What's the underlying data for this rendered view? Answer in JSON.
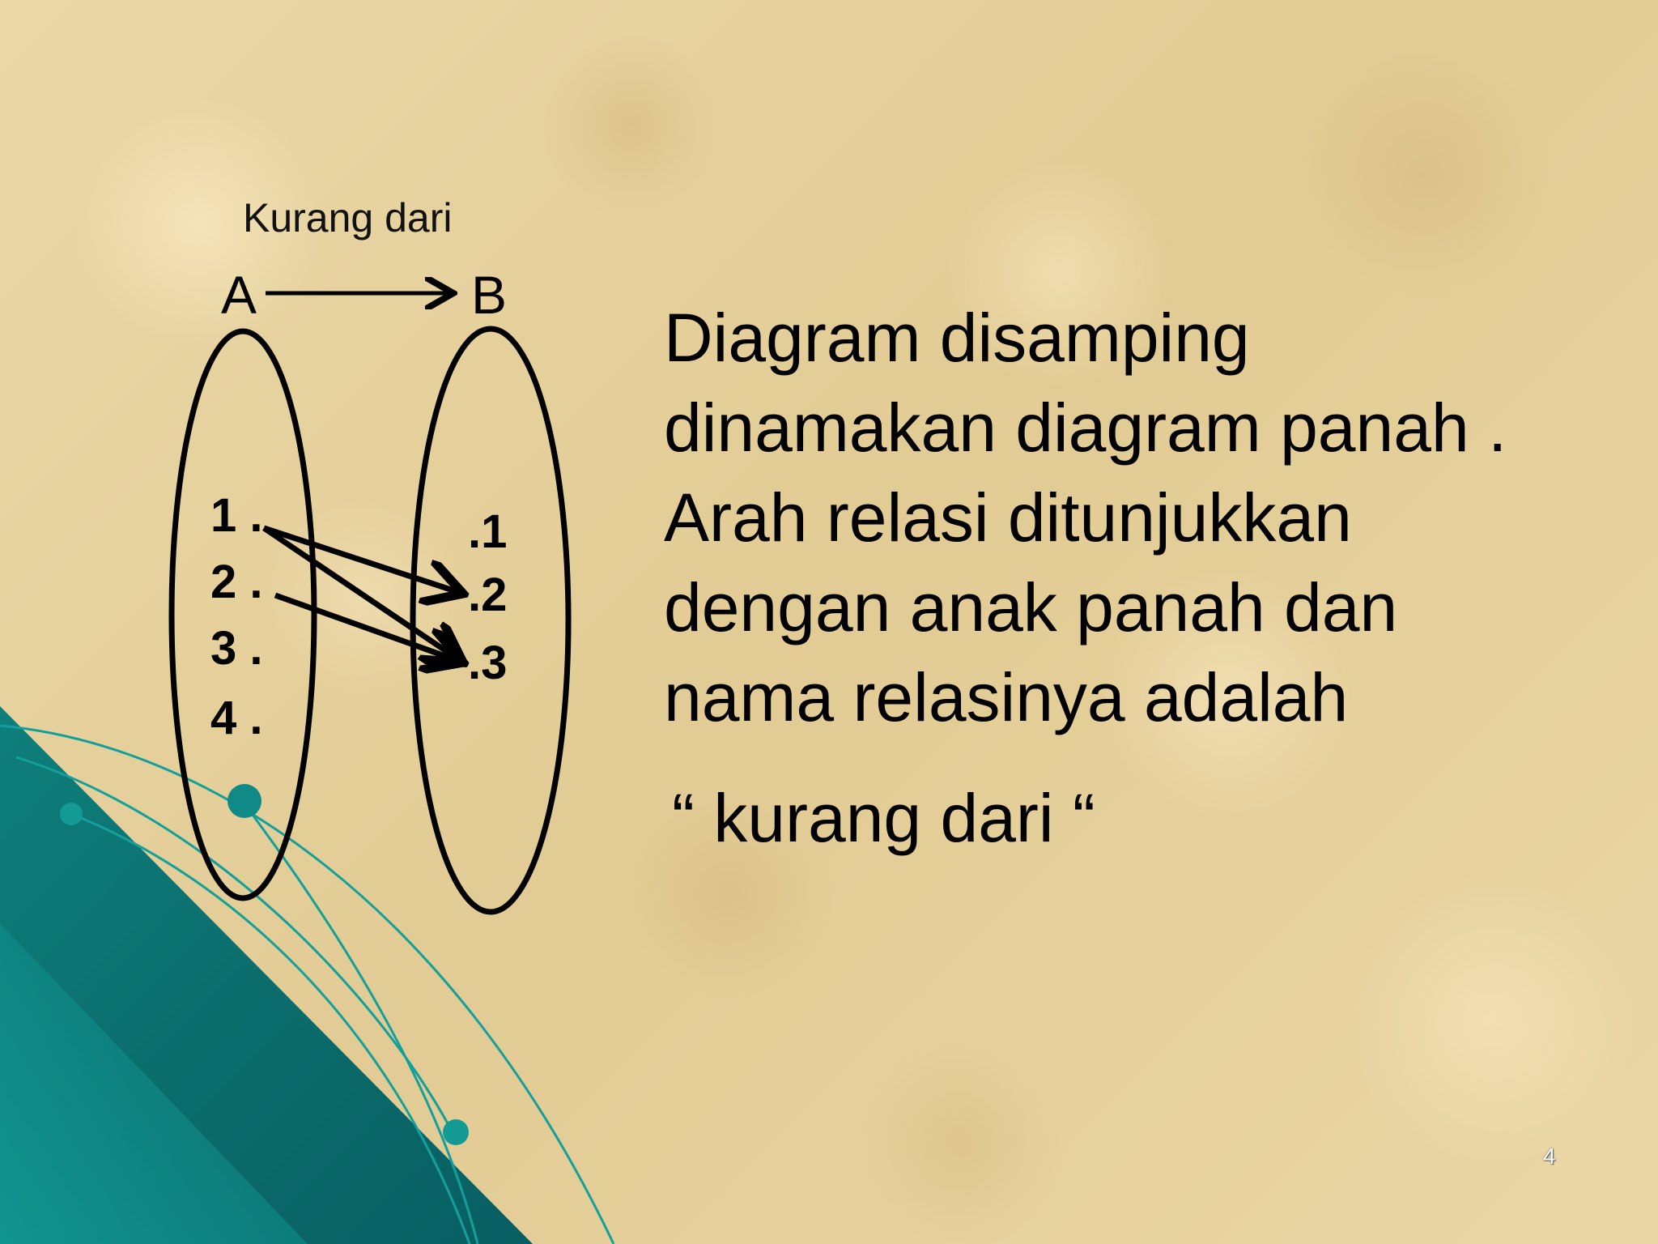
{
  "diagram": {
    "relation_name": "Kurang dari",
    "set_a_label": "A",
    "set_b_label": "B",
    "set_a_elements": [
      "1 .",
      "2 .",
      "3 .",
      "4 ."
    ],
    "set_b_elements": [
      ".1",
      ".2",
      ".3"
    ],
    "relations": [
      {
        "from": "1",
        "to": "2"
      },
      {
        "from": "1",
        "to": "3"
      },
      {
        "from": "2",
        "to": "3"
      }
    ]
  },
  "explanation": {
    "lines": [
      "Diagram disamping",
      "dinamakan diagram panah .",
      "Arah relasi ditunjukkan",
      "dengan anak panah dan",
      "nama relasinya adalah"
    ],
    "relation_quote": "“ kurang dari “"
  },
  "slide_number": "4",
  "colors": {
    "teal_accent": "#0f8a86",
    "ink": "#000000"
  }
}
